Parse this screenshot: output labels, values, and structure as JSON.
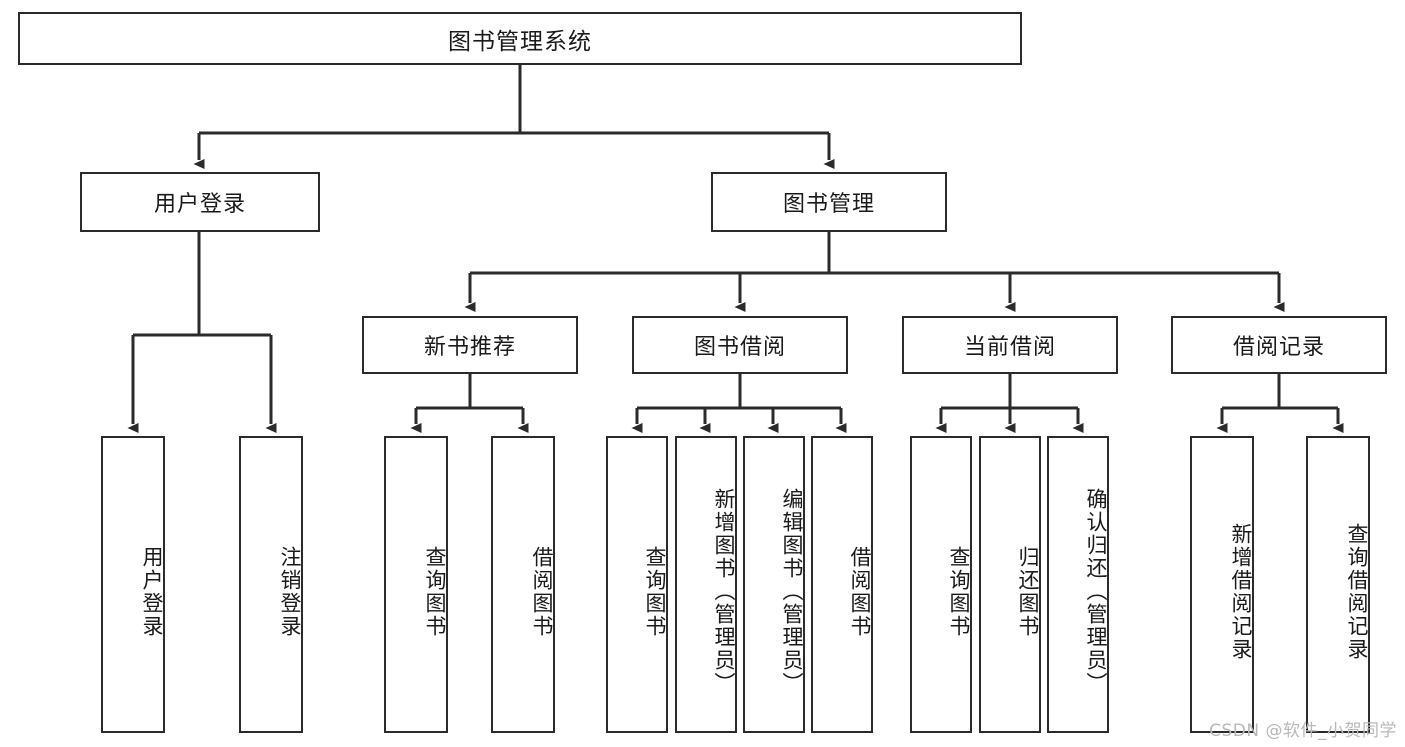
{
  "diagram": {
    "title": "图书管理系统",
    "type": "tree",
    "root": {
      "id": "root",
      "label": "图书管理系统"
    },
    "level2": [
      {
        "id": "user-login",
        "label": "用户登录"
      },
      {
        "id": "book-manage",
        "label": "图书管理"
      }
    ],
    "level3": [
      {
        "id": "new-book-recommend",
        "label": "新书推荐"
      },
      {
        "id": "book-borrow",
        "label": "图书借阅"
      },
      {
        "id": "current-borrow",
        "label": "当前借阅"
      },
      {
        "id": "borrow-record",
        "label": "借阅记录"
      }
    ],
    "leaves": {
      "user_login": [
        {
          "id": "leaf-user-login",
          "label": "用户登录"
        },
        {
          "id": "leaf-logout-login",
          "label": "注销登录"
        }
      ],
      "new_book_recommend": [
        {
          "id": "leaf-query-book-1",
          "label": "查询图书"
        },
        {
          "id": "leaf-borrow-book-1",
          "label": "借阅图书"
        }
      ],
      "book_borrow": [
        {
          "id": "leaf-query-book-2",
          "label": "查询图书"
        },
        {
          "id": "leaf-add-book",
          "label": "新增图书（管理员）"
        },
        {
          "id": "leaf-edit-book",
          "label": "编辑图书（管理员）"
        },
        {
          "id": "leaf-borrow-book-2",
          "label": "借阅图书"
        }
      ],
      "current_borrow": [
        {
          "id": "leaf-query-book-3",
          "label": "查询图书"
        },
        {
          "id": "leaf-return-book",
          "label": "归还图书"
        },
        {
          "id": "leaf-confirm-return",
          "label": "确认归还（管理员）"
        }
      ],
      "borrow_record": [
        {
          "id": "leaf-add-record",
          "label": "新增借阅记录"
        },
        {
          "id": "leaf-query-record",
          "label": "查询借阅记录"
        }
      ]
    }
  },
  "watermark": {
    "text": "CSDN @软件_小贺同学"
  },
  "colors": {
    "stroke": "#2b2b2b",
    "box_fill": "#ffffff",
    "text": "#1a1a1a",
    "watermark": "#b9b9b9",
    "background": "#ffffff"
  }
}
